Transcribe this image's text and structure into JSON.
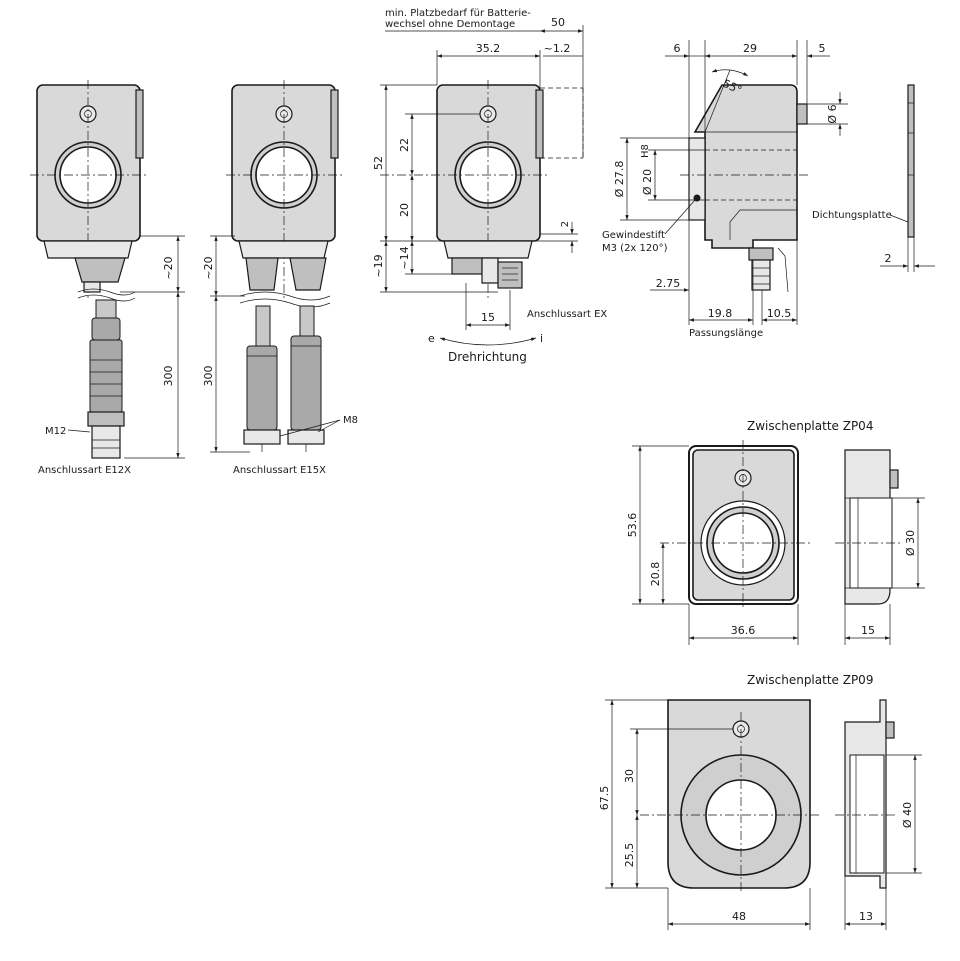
{
  "labels": {
    "platzbedarf_line1": "min. Platzbedarf für Batterie-",
    "platzbedarf_line2": "wechsel ohne Demontage",
    "m12": "M12",
    "anschluss_e12x": "Anschlussart E12X",
    "m8": "M8",
    "anschluss_e15x": "Anschlussart E15X",
    "anschluss_ex": "Anschlussart EX",
    "dreh_e": "e",
    "dreh_i": "i",
    "drehrichtung": "Drehrichtung",
    "gewindestift_line1": "Gewindestift",
    "gewindestift_line2": "M3 (2x 120°)",
    "passungslaenge": "Passungslänge",
    "dichtungsplatte": "Dichtungsplatte",
    "zp04_title": "Zwischenplatte ZP04",
    "zp09_title": "Zwischenplatte ZP09"
  },
  "dimensions": {
    "d_50": "50",
    "d_35_2": "35.2",
    "d_1_2": "~1.2",
    "d_52": "52",
    "d_22": "22",
    "d_20_front": "20",
    "d_2_front": "2",
    "d_19": "~19",
    "d_14": "~14",
    "d_15_front": "15",
    "d_20_e12x": "~20",
    "d_300_e12x": "300",
    "d_20_e15x": "~20",
    "d_300_e15x": "300",
    "d_6_top": "6",
    "d_29": "29",
    "d_5": "5",
    "d_55": "55°",
    "d_dia6": "Ø 6",
    "d_dia27_8": "Ø 27.8",
    "d_dia20": "Ø 20",
    "d_h8": "H8",
    "d_2_75": "2.75",
    "d_19_8": "19.8",
    "d_10_5": "10.5",
    "d_2_seal": "2",
    "zp04_53_6": "53.6",
    "zp04_20_8": "20.8",
    "zp04_36_6": "36.6",
    "zp04_15": "15",
    "zp04_dia30": "Ø 30",
    "zp09_67_5": "67.5",
    "zp09_30": "30",
    "zp09_25_5": "25.5",
    "zp09_48": "48",
    "zp09_13": "13",
    "zp09_dia40": "Ø 40"
  }
}
